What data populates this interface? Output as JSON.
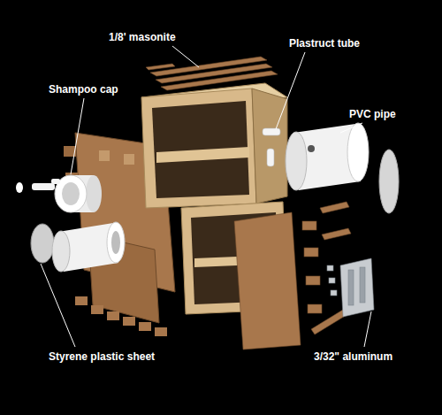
{
  "diagram": {
    "labels": [
      "1/8' masonite",
      "Plastruct tube",
      "Shampoo cap",
      "PVC pipe",
      "Styrene plastic sheet",
      "3/32\" aluminum"
    ]
  }
}
